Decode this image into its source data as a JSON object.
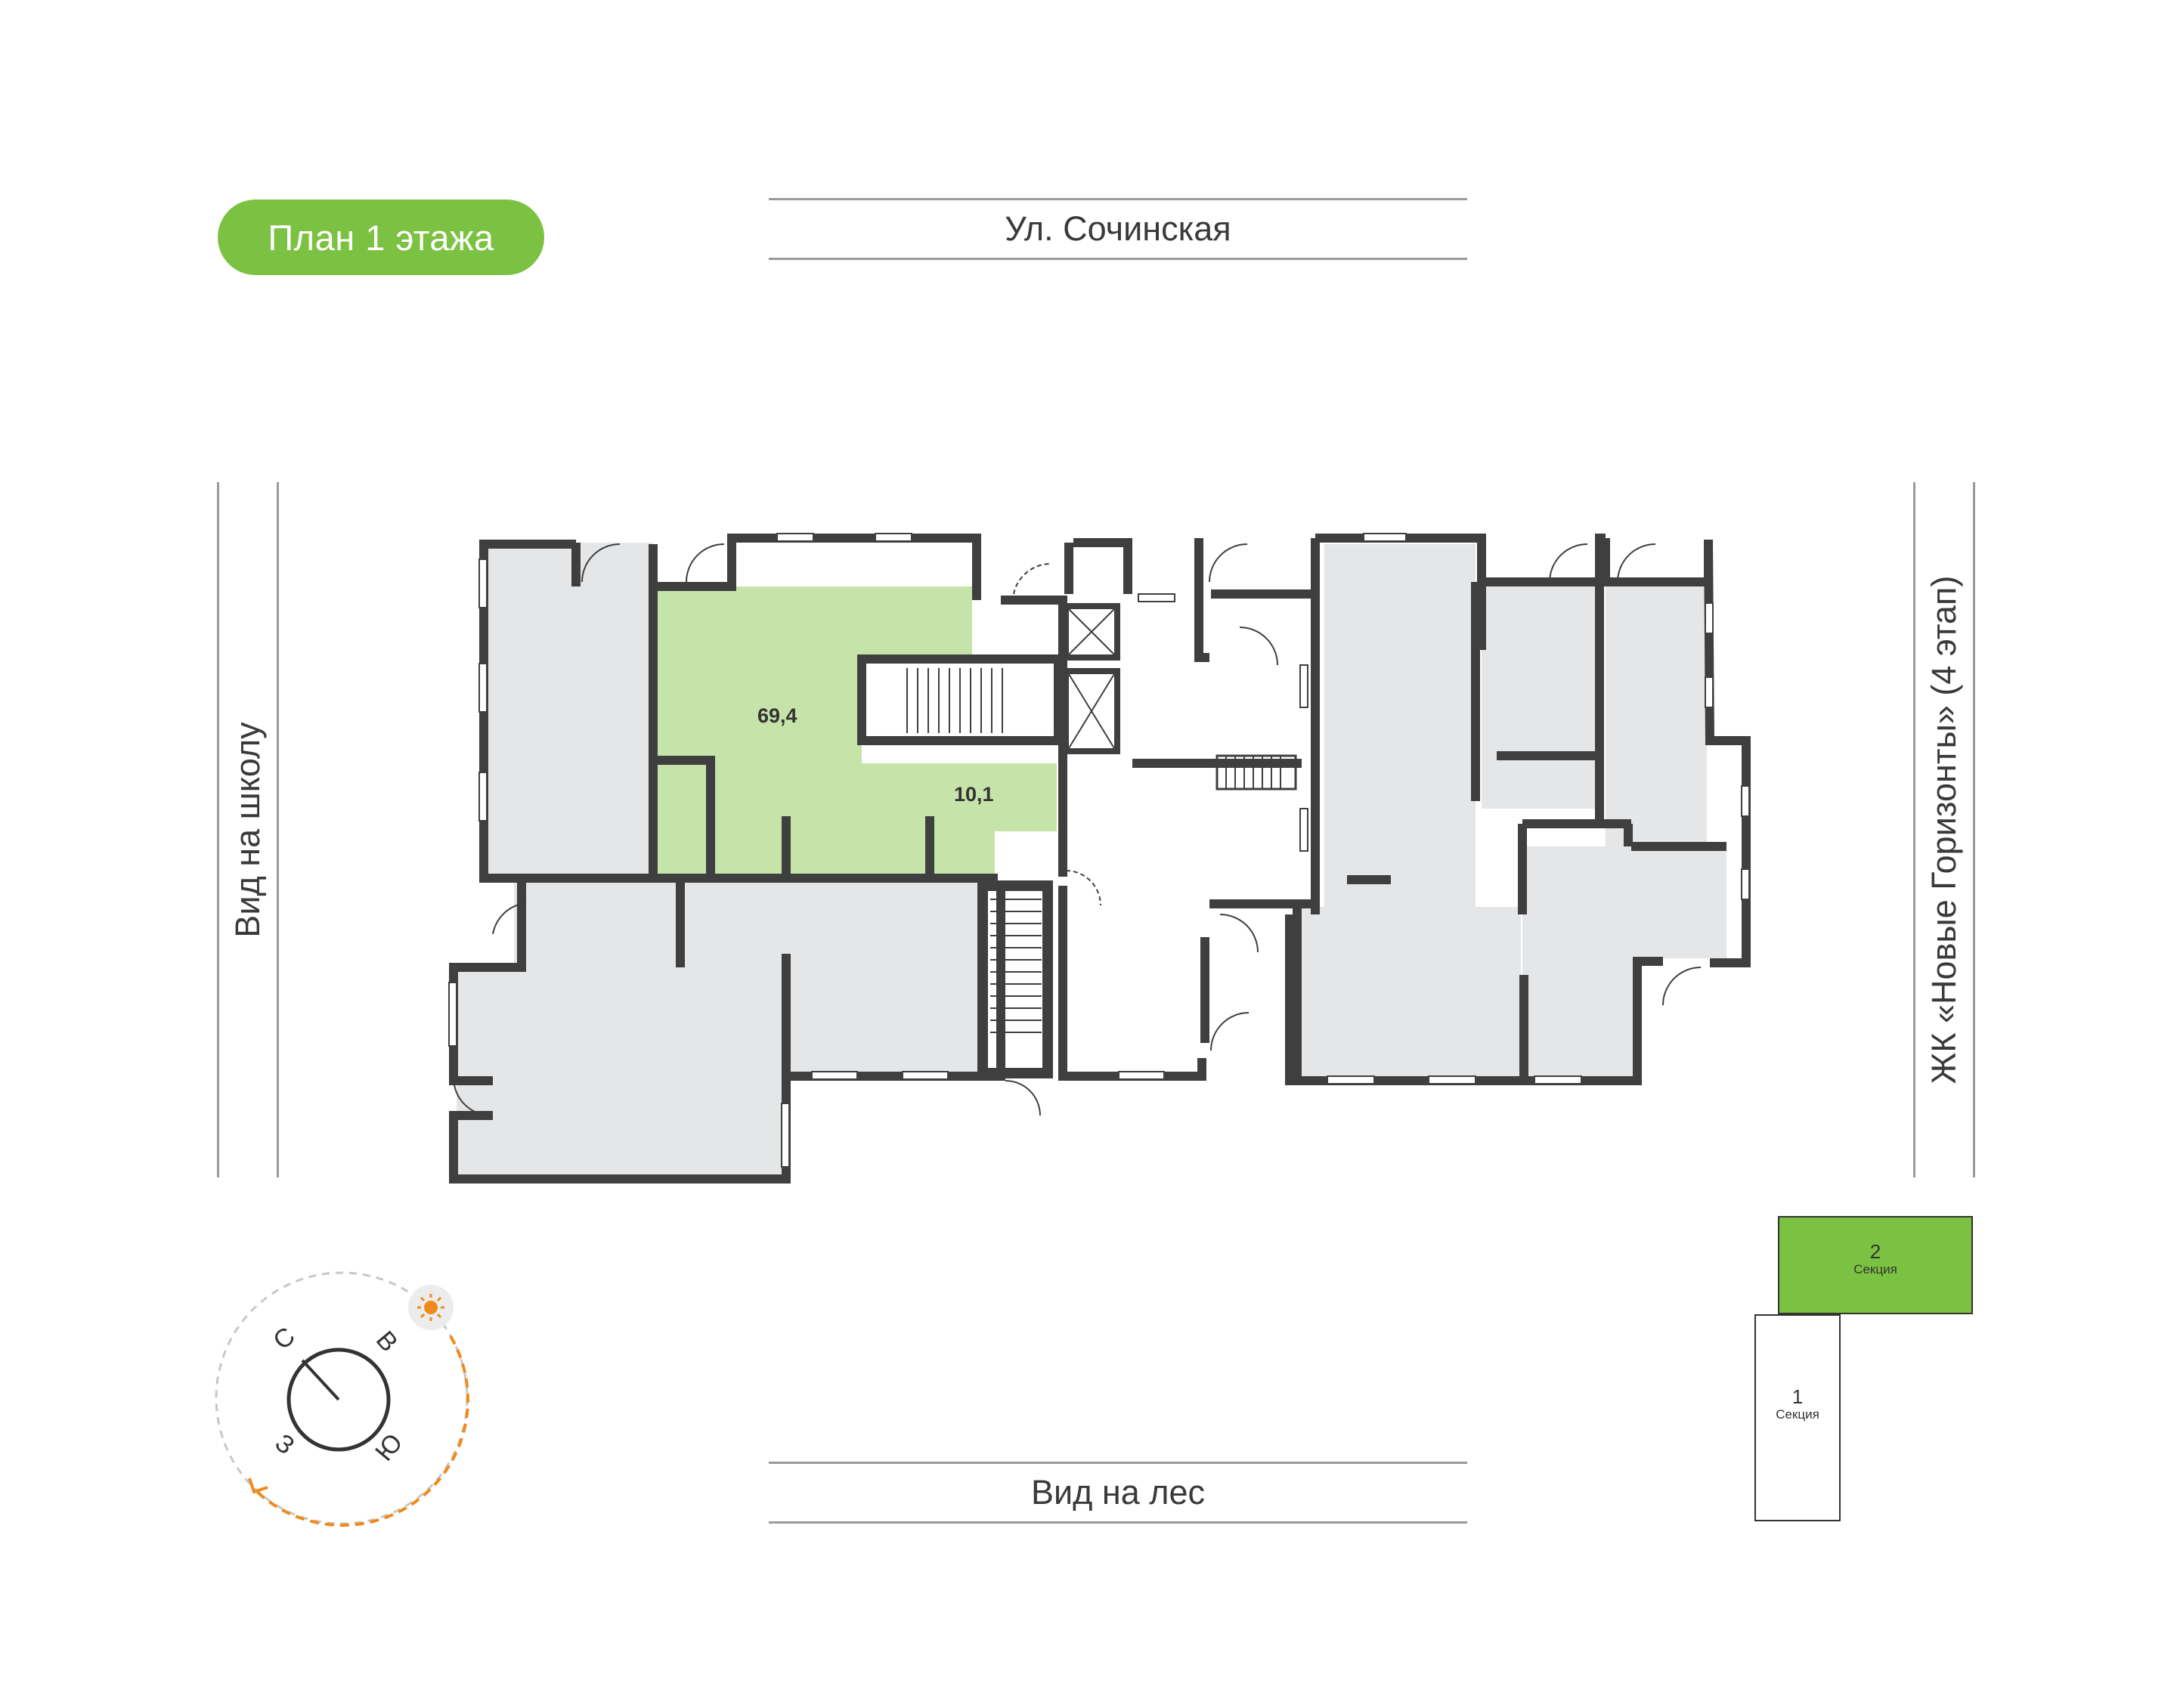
{
  "header": {
    "badge_label": "План 1 этажа"
  },
  "streets": {
    "top": "Ул. Сочинская",
    "bottom": "Вид на лес",
    "left": "Вид на школу",
    "right": "ЖК «Новые Горизонты» (4 этап)"
  },
  "units": [
    {
      "area": "69,4",
      "highlighted": true
    },
    {
      "area": "10,1",
      "highlighted": true
    }
  ],
  "compass": {
    "north": "С",
    "east": "В",
    "south": "Ю",
    "west": "З",
    "sun_icon": "sun-icon"
  },
  "sections": [
    {
      "number": "2",
      "label": "Секция",
      "active": true
    },
    {
      "number": "1",
      "label": "Секция",
      "active": false
    }
  ],
  "colors": {
    "accent": "#7cc242",
    "unit_highlight": "#c6e3a9",
    "room_fill": "#e5e6e8",
    "wall": "#3f3f3f",
    "sun": "#f08a1c"
  }
}
